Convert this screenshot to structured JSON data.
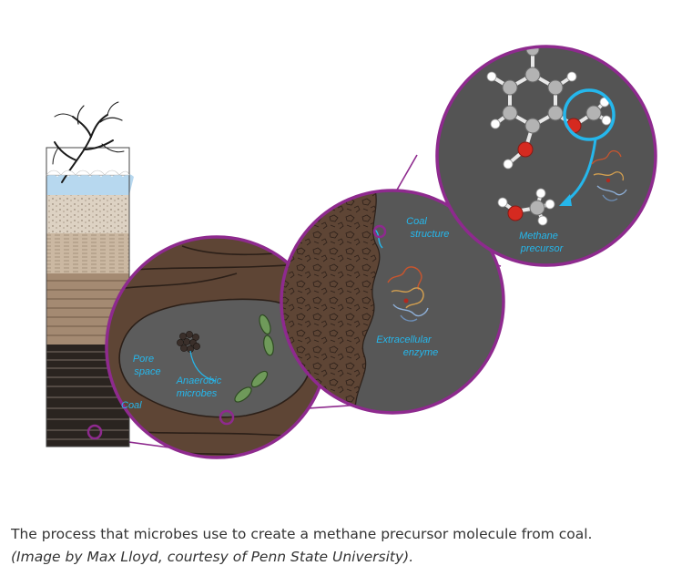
{
  "diagram": {
    "labels": {
      "coal_structure": [
        "Coal",
        "structure"
      ],
      "methane_precursor": [
        "Methane",
        "precursor"
      ],
      "extracellular_enzyme": [
        "Extracellular",
        "enzyme"
      ],
      "pore_space": [
        "Pore",
        "space"
      ],
      "anaerobic_microbes": [
        "Anaerobic",
        "microbes"
      ],
      "coal": "Coal"
    },
    "colors": {
      "accent": "#25b7ec",
      "magnifier_ring": "#8e2a8e",
      "coal_rock": "#5e4535",
      "pore_fill": "#5c5c5c",
      "molecule_bg": "#545454",
      "oxygen_atom": "#d52a20",
      "carbon_atom": "#b3b3b3"
    }
  },
  "caption": {
    "text": "The process that microbes use to create a methane precursor molecule from coal.",
    "credit": "(Image by Max Lloyd, courtesy of Penn State University)."
  }
}
